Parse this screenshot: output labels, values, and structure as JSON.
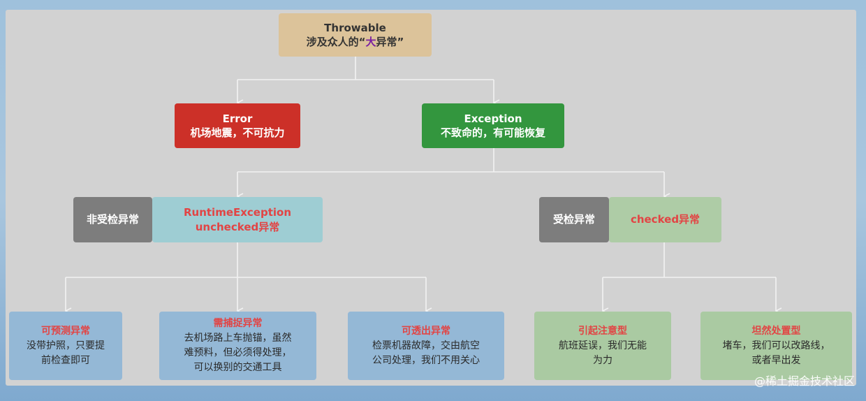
{
  "root": {
    "line1": "Throwable",
    "line2_pre": "涉及众人的“",
    "line2_accent": "大",
    "line2_post": "异常”"
  },
  "error": {
    "title": "Error",
    "desc": "机场地震，不可抗力"
  },
  "exception": {
    "title": "Exception",
    "desc": "不致命的，有可能恢复"
  },
  "unchecked": {
    "tag": "非受检异常",
    "line1": "RuntimeException",
    "line2": "unchecked异常"
  },
  "checked": {
    "tag": "受检异常",
    "label": "checked异常"
  },
  "leaves": [
    {
      "title": "可预测异常",
      "lines": [
        "没带护照，只要提",
        "前检查即可"
      ]
    },
    {
      "title": "需捕捉异常",
      "lines": [
        "去机场路上车抛锚，虽然",
        "难预料，但必须得处理，",
        "可以换别的交通工具"
      ]
    },
    {
      "title": "可透出异常",
      "lines": [
        "检票机器故障，交由航空",
        "公司处理，我们不用关心"
      ]
    },
    {
      "title": "引起注意型",
      "lines": [
        "航班延误，我们无能",
        "为力"
      ]
    },
    {
      "title": "坦然处置型",
      "lines": [
        "堵车，我们可以改路线，",
        "或者早出发"
      ]
    }
  ],
  "colors": {
    "root_bg": "#dcc39a",
    "error_bg": "#cc3028",
    "exception_bg": "#33963e",
    "tag_bg": "#7d7d7d",
    "runtime_bg": "#9ecdd3",
    "checked_bg": "#aecca6",
    "leaf_blue": "#94b8d6",
    "leaf_green": "#aacaa2",
    "title_red": "#e24444",
    "connector": "#f2f2f2"
  },
  "watermark": "@稀土掘金技术社区"
}
